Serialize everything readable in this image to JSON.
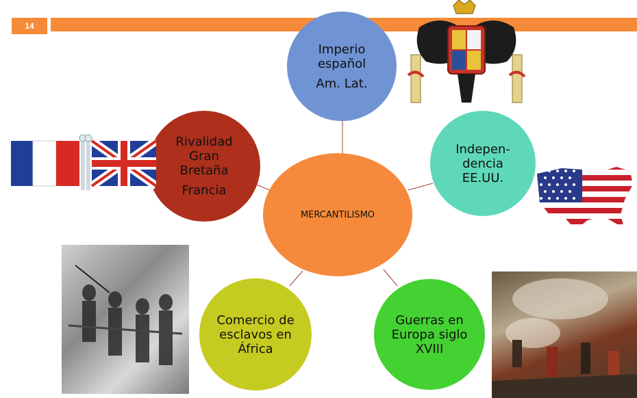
{
  "slide": {
    "number": "14"
  },
  "center": {
    "label": "MERCANTILISMO"
  },
  "nodes": {
    "top": {
      "line1": "Imperio español",
      "line2": "Am. Lat."
    },
    "left": {
      "line1": "Rivalidad Gran Bretaña",
      "line2": "Francia"
    },
    "right": {
      "line1": "Indepen-dencia EE.UU."
    },
    "bottom_left": {
      "line1": "Comercio de esclavos en África"
    },
    "bottom_right": {
      "line1": "Guerras en Europa siglo XVIII"
    }
  },
  "images": [
    {
      "icon": "coat-of-arms-icon",
      "subject": "Spanish Habsburg coat of arms"
    },
    {
      "icon": "france-britain-flags-icon",
      "subject": "French and British flags"
    },
    {
      "icon": "usa-flag-map-icon",
      "subject": "USA flag map"
    },
    {
      "icon": "slave-trade-engraving",
      "subject": "engraving"
    },
    {
      "icon": "battle-painting",
      "subject": "painting"
    }
  ],
  "colors": {
    "accent": "#f58a38",
    "center": "#f58a3c",
    "top": "#6f93d3",
    "left": "#ad2f1c",
    "right": "#5ed8b8",
    "bottom_left": "#c6cb22",
    "bottom_right": "#44d232",
    "connector": "#a8403a"
  }
}
